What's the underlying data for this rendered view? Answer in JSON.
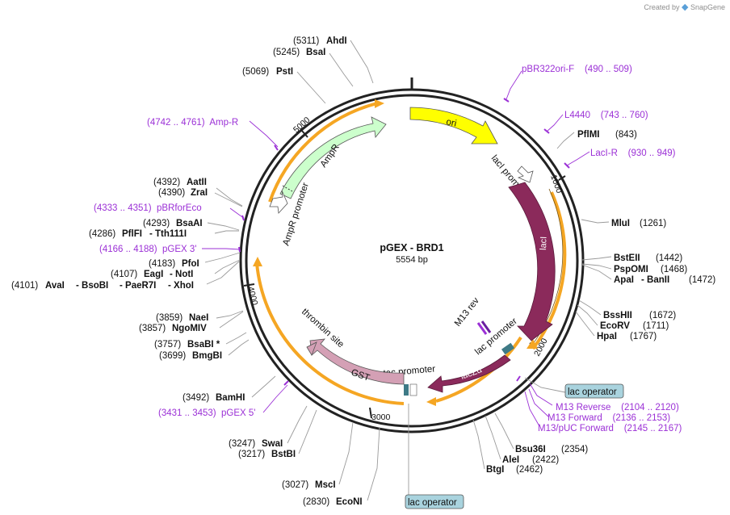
{
  "credit": {
    "prefix": "Created by",
    "brand": "SnapGene"
  },
  "plasmid": {
    "name": "pGEX - BRD1",
    "length": "5554 bp"
  },
  "ticks": [
    "1000",
    "2000",
    "3000",
    "4000",
    "5000"
  ],
  "features": {
    "ori": "ori",
    "lacI_promoter": "lacI promoter",
    "lacI": "lacI",
    "M13_rev": "M13 rev",
    "lac_promoter": "lac promoter",
    "lacZa": "lacZα",
    "tac_promoter": "tac promoter",
    "GST": "GST",
    "thrombin_site": "thrombin site",
    "AmpR_promoter": "AmpR promoter",
    "AmpR": "AmpR"
  },
  "boxes": {
    "lac_operator_right": "lac operator",
    "lac_operator_bottom": "lac operator"
  },
  "sites": {
    "AhdI": {
      "pos": "(5311)",
      "name": "AhdI"
    },
    "BsaI": {
      "pos": "(5245)",
      "name": "BsaI"
    },
    "PstI": {
      "pos": "(5069)",
      "name": "PstI"
    },
    "AatII": {
      "pos": "(4392)",
      "name": "AatII"
    },
    "ZraI": {
      "pos": "(4390)",
      "name": "ZraI"
    },
    "BsaAI": {
      "pos": "(4293)",
      "name": "BsaAI"
    },
    "PflFI": {
      "pos": "(4286)",
      "name": "PflFI",
      "extra": "- Tth111I"
    },
    "PfoI": {
      "pos": "(4183)",
      "name": "PfoI"
    },
    "EagI": {
      "pos": "(4107)",
      "name": "EagI",
      "extra": "- NotI"
    },
    "AvaI": {
      "pos": "(4101)",
      "name": "AvaI",
      "extra1": "- BsoBI",
      "extra2": "- PaeR7I",
      "extra3": "- XhoI"
    },
    "NaeI": {
      "pos": "(3859)",
      "name": "NaeI"
    },
    "NgoMIV": {
      "pos": "(3857)",
      "name": "NgoMIV"
    },
    "BsaBI": {
      "pos": "(3757)",
      "name": "BsaBI *"
    },
    "BmgBI": {
      "pos": "(3699)",
      "name": "BmgBI"
    },
    "BamHI": {
      "pos": "(3492)",
      "name": "BamHI"
    },
    "SwaI": {
      "pos": "(3247)",
      "name": "SwaI"
    },
    "BstBI": {
      "pos": "(3217)",
      "name": "BstBI"
    },
    "MscI": {
      "pos": "(3027)",
      "name": "MscI"
    },
    "EcoNI": {
      "pos": "(2830)",
      "name": "EcoNI"
    },
    "PflMI": {
      "pos": "(843)",
      "name": "PflMI"
    },
    "MluI": {
      "pos": "(1261)",
      "name": "MluI"
    },
    "BstEII": {
      "pos": "(1442)",
      "name": "BstEII"
    },
    "PspOMI": {
      "pos": "(1468)",
      "name": "PspOMI"
    },
    "ApaI": {
      "pos": "(1472)",
      "name": "ApaI",
      "extra": "- BanII"
    },
    "BssHII": {
      "pos": "(1672)",
      "name": "BssHII"
    },
    "EcoRV": {
      "pos": "(1711)",
      "name": "EcoRV"
    },
    "HpaI": {
      "pos": "(1767)",
      "name": "HpaI"
    },
    "Bsu36I": {
      "pos": "(2354)",
      "name": "Bsu36I"
    },
    "AleI": {
      "pos": "(2422)",
      "name": "AleI"
    },
    "BtgI": {
      "pos": "(2462)",
      "name": "BtgI"
    }
  },
  "primers": {
    "pBR322ori_F": "pBR322ori-F    (490 .. 509)",
    "L4440": "L4440    (743 .. 760)",
    "LacI_R": "LacI-R    (930 .. 949)",
    "Amp_R": "(4742 .. 4761)  Amp-R",
    "pBRforEco": "(4333 .. 4351)  pBRforEco",
    "pGEX3": "(4166 .. 4188)  pGEX 3'",
    "pGEX5": "(3431 .. 3453)  pGEX 5'",
    "M13_Reverse": "M13 Reverse    (2104 .. 2120)",
    "M13_Forward": "M13 Forward    (2136 .. 2153)",
    "M13_pUC_Forward": "M13/pUC Forward    (2145 .. 2167)"
  },
  "colors": {
    "ori": "#ffff00",
    "lacI": "#8b2a5b",
    "GST": "#d4a0b5",
    "AmpR": "#ccffcc",
    "orf_arc": "#f5a623",
    "primer": "#9b30d6",
    "lac_operator": "#a9d3de",
    "backbone": "#222222"
  }
}
